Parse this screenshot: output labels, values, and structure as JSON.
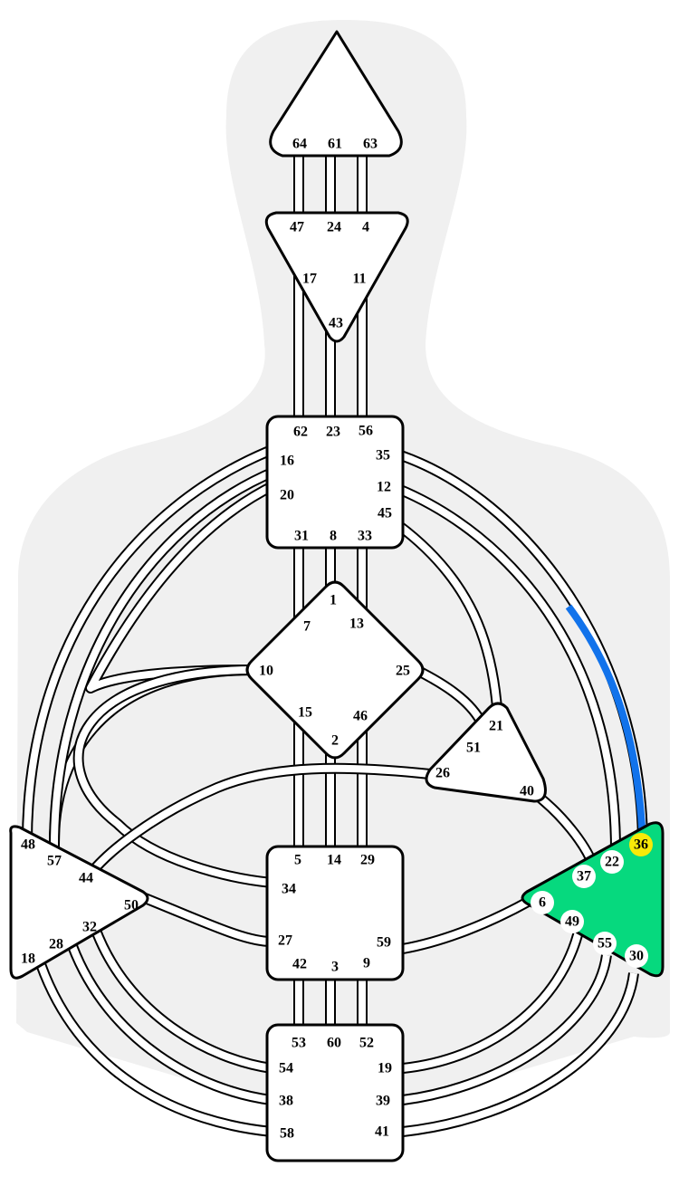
{
  "colors": {
    "background": "#ffffff",
    "silhouette": "#f0f0f0",
    "center_fill": "#ffffff",
    "center_defined": "#06d97e",
    "channel_active": "#1273eb",
    "gate_open_bubble": "#ffffff",
    "gate_highlight": "#f8ea08"
  },
  "centers": [
    {
      "id": "head",
      "name": "head-center",
      "defined": false,
      "gates": [
        {
          "number": "64"
        },
        {
          "number": "61"
        },
        {
          "number": "63"
        }
      ]
    },
    {
      "id": "ajna",
      "name": "ajna-center",
      "defined": false,
      "gates": [
        {
          "number": "47"
        },
        {
          "number": "24"
        },
        {
          "number": "4"
        },
        {
          "number": "17"
        },
        {
          "number": "11"
        },
        {
          "number": "43"
        }
      ]
    },
    {
      "id": "throat",
      "name": "throat-center",
      "defined": false,
      "gates": [
        {
          "number": "62"
        },
        {
          "number": "23"
        },
        {
          "number": "56"
        },
        {
          "number": "16"
        },
        {
          "number": "35"
        },
        {
          "number": "20"
        },
        {
          "number": "12"
        },
        {
          "number": "45"
        },
        {
          "number": "31"
        },
        {
          "number": "8"
        },
        {
          "number": "33"
        }
      ]
    },
    {
      "id": "g",
      "name": "g-center",
      "defined": false,
      "gates": [
        {
          "number": "1"
        },
        {
          "number": "7"
        },
        {
          "number": "13"
        },
        {
          "number": "10"
        },
        {
          "number": "25"
        },
        {
          "number": "15"
        },
        {
          "number": "46"
        },
        {
          "number": "2"
        }
      ]
    },
    {
      "id": "heart",
      "name": "heart-center",
      "defined": false,
      "gates": [
        {
          "number": "21"
        },
        {
          "number": "51"
        },
        {
          "number": "26"
        },
        {
          "number": "40"
        }
      ]
    },
    {
      "id": "spleen",
      "name": "spleen-center",
      "defined": false,
      "gates": [
        {
          "number": "48"
        },
        {
          "number": "57"
        },
        {
          "number": "44"
        },
        {
          "number": "50"
        },
        {
          "number": "32"
        },
        {
          "number": "28"
        },
        {
          "number": "18"
        }
      ]
    },
    {
      "id": "sacral",
      "name": "sacral-center",
      "defined": false,
      "gates": [
        {
          "number": "5"
        },
        {
          "number": "14"
        },
        {
          "number": "29"
        },
        {
          "number": "34"
        },
        {
          "number": "27"
        },
        {
          "number": "59"
        },
        {
          "number": "42"
        },
        {
          "number": "3"
        },
        {
          "number": "9"
        }
      ]
    },
    {
      "id": "solar",
      "name": "solar-plexus-center",
      "defined": true,
      "gates": [
        {
          "number": "36",
          "state": "highlighted"
        },
        {
          "number": "22",
          "state": "open"
        },
        {
          "number": "37",
          "state": "open"
        },
        {
          "number": "6",
          "state": "open"
        },
        {
          "number": "49",
          "state": "open"
        },
        {
          "number": "55",
          "state": "open"
        },
        {
          "number": "30",
          "state": "open"
        }
      ]
    },
    {
      "id": "root",
      "name": "root-center",
      "defined": false,
      "gates": [
        {
          "number": "53"
        },
        {
          "number": "60"
        },
        {
          "number": "52"
        },
        {
          "number": "54"
        },
        {
          "number": "19"
        },
        {
          "number": "38"
        },
        {
          "number": "39"
        },
        {
          "number": "58"
        },
        {
          "number": "41"
        }
      ]
    }
  ],
  "channels": [
    {
      "gates": "64-47",
      "active_part": "none"
    },
    {
      "gates": "61-24",
      "active_part": "none"
    },
    {
      "gates": "63-4",
      "active_part": "none"
    },
    {
      "gates": "17-62",
      "active_part": "none"
    },
    {
      "gates": "43-23",
      "active_part": "none"
    },
    {
      "gates": "11-56",
      "active_part": "none"
    },
    {
      "gates": "31-7",
      "active_part": "none"
    },
    {
      "gates": "8-1",
      "active_part": "none"
    },
    {
      "gates": "33-13",
      "active_part": "none"
    },
    {
      "gates": "15-5",
      "active_part": "none"
    },
    {
      "gates": "2-14",
      "active_part": "none"
    },
    {
      "gates": "46-29",
      "active_part": "none"
    },
    {
      "gates": "10-20",
      "active_part": "none"
    },
    {
      "gates": "10-57",
      "active_part": "none"
    },
    {
      "gates": "10-34",
      "active_part": "none"
    },
    {
      "gates": "25-51",
      "active_part": "none"
    },
    {
      "gates": "26-44",
      "active_part": "none"
    },
    {
      "gates": "45-21",
      "active_part": "none"
    },
    {
      "gates": "16-48",
      "active_part": "none"
    },
    {
      "gates": "20-57",
      "active_part": "none"
    },
    {
      "gates": "35-36",
      "active_part": "lower"
    },
    {
      "gates": "12-22",
      "active_part": "none"
    },
    {
      "gates": "40-37",
      "active_part": "none"
    },
    {
      "gates": "50-27",
      "active_part": "none"
    },
    {
      "gates": "6-59",
      "active_part": "none"
    },
    {
      "gates": "53-42",
      "active_part": "none"
    },
    {
      "gates": "60-3",
      "active_part": "none"
    },
    {
      "gates": "52-9",
      "active_part": "none"
    },
    {
      "gates": "54-32",
      "active_part": "none"
    },
    {
      "gates": "38-28",
      "active_part": "none"
    },
    {
      "gates": "58-18",
      "active_part": "none"
    },
    {
      "gates": "19-49",
      "active_part": "none"
    },
    {
      "gates": "39-55",
      "active_part": "none"
    },
    {
      "gates": "41-30",
      "active_part": "none"
    }
  ]
}
